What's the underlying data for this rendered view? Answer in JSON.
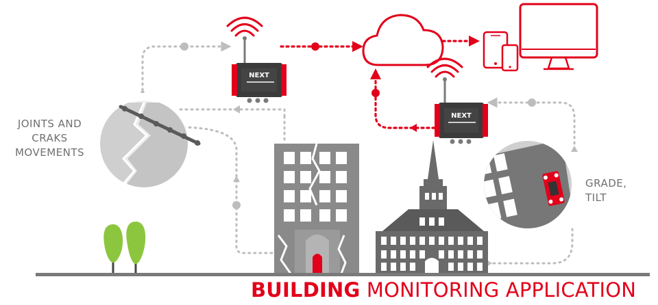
{
  "labels": {
    "joints_and_cracks": [
      "JOINTS AND",
      "CRAKS",
      "MOVEMENTS"
    ],
    "grade_tilt": [
      "GRADE,",
      "TILT"
    ]
  },
  "gateway": {
    "logo_text": "NEXT"
  },
  "footer": {
    "title_bold": "BUILDING",
    "title_rest": "MONITORING APPLICATION"
  },
  "colors": {
    "accent_red": "#e2001a",
    "building_gray": "#8a8a8a",
    "dark_gray": "#555555",
    "dot_gray": "#bdbdbd",
    "tree_green": "#8cc63f"
  },
  "icons": [
    "wifi-icon",
    "cloud-icon",
    "tablet-icon",
    "phone-icon",
    "monitor-icon",
    "gateway-icon",
    "crack-sensor-icon",
    "tilt-sensor-icon",
    "tree-icon"
  ]
}
